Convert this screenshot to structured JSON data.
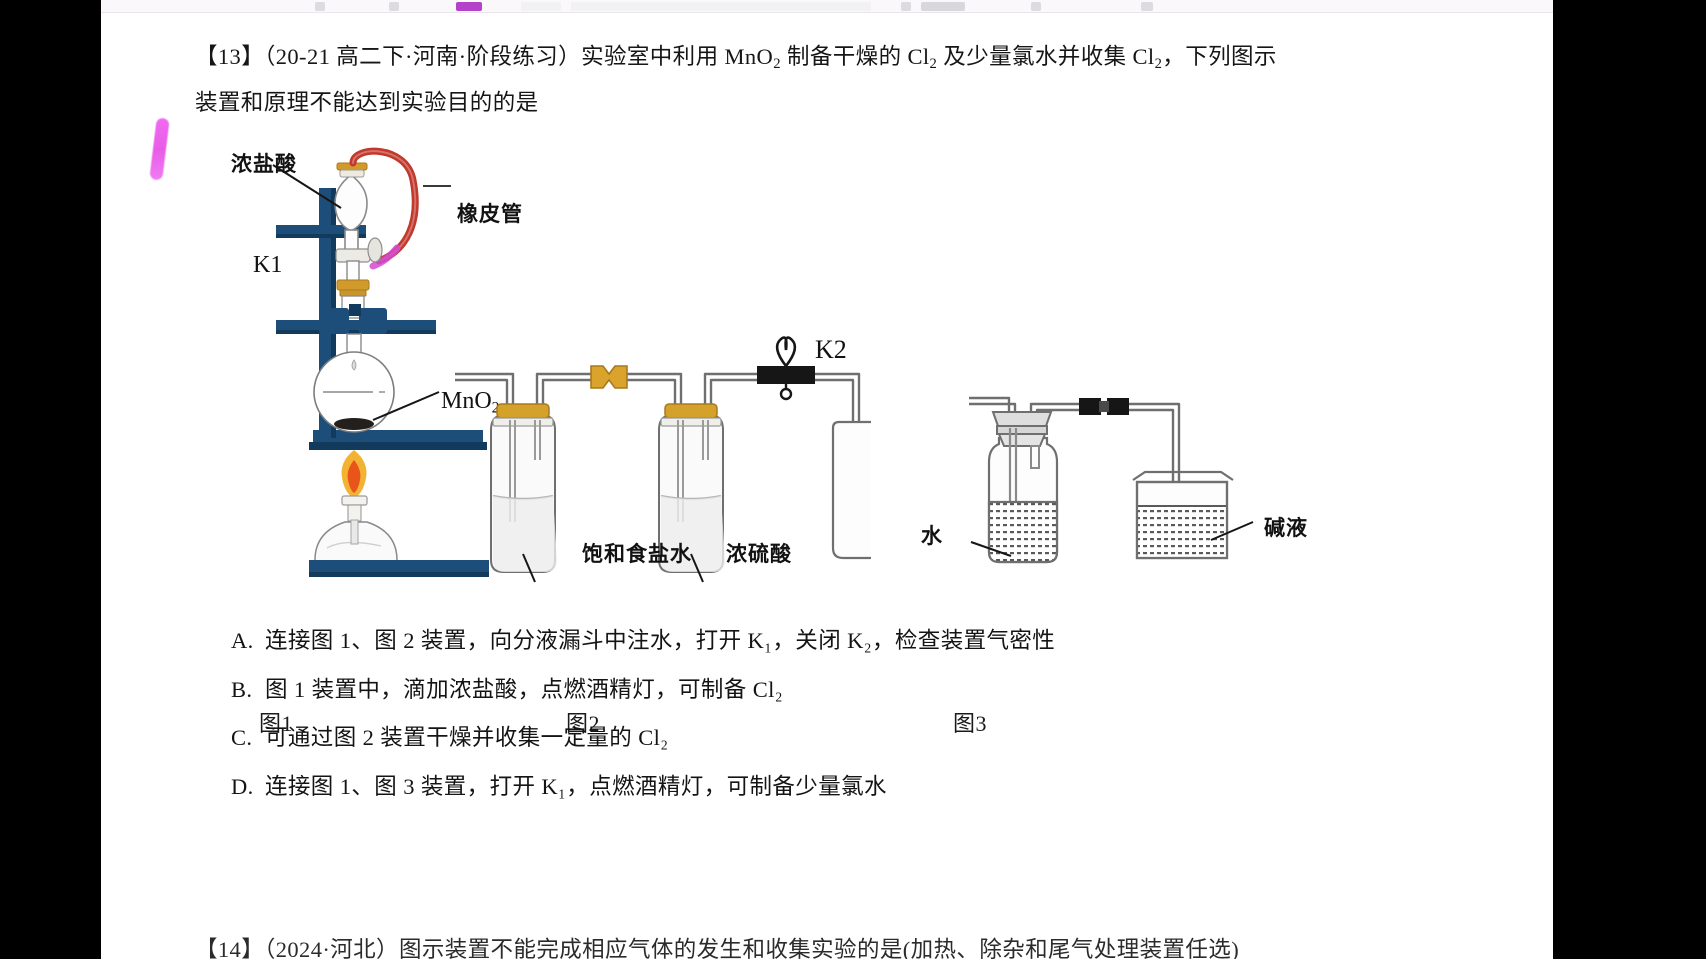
{
  "window": {
    "toolbar_visible": true,
    "letterbox_color": "#000000",
    "page_background": "#ffffff"
  },
  "annotation": {
    "pen_stroke_color": "#ea52e8",
    "pen_stroke_name": "magenta-pen-mark"
  },
  "question13": {
    "number": "【13】",
    "source": "（20-21 高二下·河南·阶段练习）",
    "line1_a": "实验室中利用 MnO",
    "line1_sub1": "2",
    "line1_b": " 制备干燥的 Cl",
    "line1_sub2": "2",
    "line1_c": " 及少量氯水并收集 Cl",
    "line1_sub3": "2",
    "line1_d": "，下列图示",
    "line2": "装置和原理不能达到实验目的的是",
    "full_line1": "【13】（20-21 高二下·河南·阶段练习）实验室中利用 MnO2 制备干燥的 Cl2 及少量氯水并收集 Cl2，下列图示"
  },
  "question14": {
    "text": "【14】（2024·河北）图示装置不能完成相应气体的发生和收集实验的是(加热、除杂和尾气处理装置任选)"
  },
  "figures": {
    "captions": [
      "图1",
      "图2",
      "图3"
    ],
    "fig1": {
      "name": "gas-generator-apparatus",
      "labels": {
        "reagent": "浓盐酸",
        "rubber_tube": "橡皮管",
        "stopcock": "K1",
        "catalyst": "MnO2",
        "catalyst_main": "MnO",
        "catalyst_sub": "2"
      },
      "colors": {
        "stand": "#1d4e79",
        "rubber_tube": "#c0392b",
        "clamp": "#d29a2b",
        "flame_outer": "#f2b233",
        "flame_inner": "#e8541a"
      }
    },
    "fig2": {
      "name": "drying-and-collection-train",
      "labels": {
        "wash_bottle_1": "饱和食盐水",
        "wash_bottle_2": "浓硫酸",
        "valve": "K2"
      },
      "colors": {
        "glass": "#6b6b6b",
        "stopper": "#d4a12a",
        "valve": "#1a1a1a"
      }
    },
    "fig3": {
      "name": "chlorine-water-and-tail-gas-absorption",
      "labels": {
        "water": "水",
        "alkali": "碱液"
      },
      "colors": {
        "glass": "#6b6b6b",
        "liquid_hatch": "#555555",
        "clamp": "#1a1a1a"
      }
    }
  },
  "options": [
    {
      "mark": "A.",
      "text": "连接图 1、图 2 装置，向分液漏斗中注水，打开 K₁，关闭 K₂，检查装置气密性"
    },
    {
      "mark": "B.",
      "text": "图 1 装置中，滴加浓盐酸，点燃酒精灯，可制备 Cl₂"
    },
    {
      "mark": "C.",
      "text": "可通过图 2 装置干燥并收集一定量的 Cl₂"
    },
    {
      "mark": "D.",
      "text": "连接图 1、图 3 装置，打开 K₁，点燃酒精灯，可制备少量氯水"
    }
  ]
}
